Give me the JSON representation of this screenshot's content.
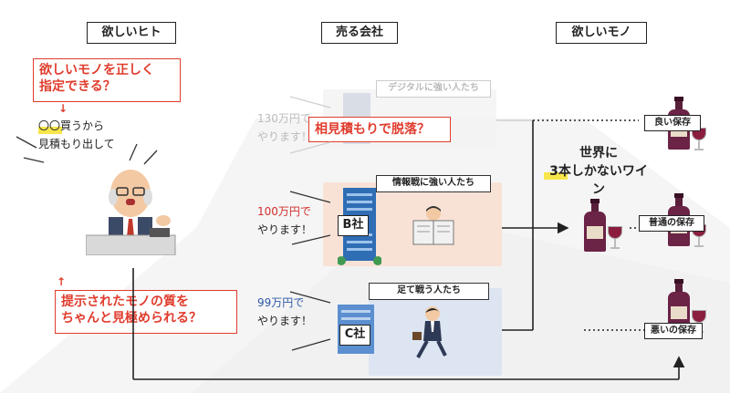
{
  "headers": {
    "buyer": "欲しいヒト",
    "seller": "売る会社",
    "product": "欲しいモノ"
  },
  "buyer": {
    "question1_line1": "欲しいモノを正しく",
    "question1_line2": "指定できる？",
    "arrow_down": "↓",
    "speech_line1": "〇〇買うから",
    "speech_line2": "見積もり出して",
    "arrow_up": "↑",
    "question2_line1": "提示されたモノの質を",
    "question2_line2": "ちゃんと見極められる？"
  },
  "companies": [
    {
      "tag": "デジタルに強い人たち",
      "quote_line1": "130万円で",
      "quote_line2": "やります！",
      "building": "",
      "bg": "#f3f3f3"
    },
    {
      "tag": "情報戦に強い人たち",
      "quote_line1": "100万円で",
      "quote_line2": "やります！",
      "building": "B社",
      "bg": "#f8e2d6"
    },
    {
      "tag": "足て戦う人たち",
      "quote_line1": "99万円で",
      "quote_line2": "やります！",
      "building": "C社",
      "bg": "#dde5f3"
    }
  ],
  "dropout": "相見積もりで脱落？",
  "product": {
    "title_line1": "世界に",
    "title_line2": "3本しかないワイン",
    "storage": [
      "良い保存",
      "普通の保存",
      "悪いの保存"
    ]
  },
  "colors": {
    "accent_red": "#e03c2d",
    "price_red": "#d32f2f",
    "price_blue": "#2f5aa8",
    "highlight_yellow": "#f7e64a",
    "wine": "#6b2346"
  }
}
